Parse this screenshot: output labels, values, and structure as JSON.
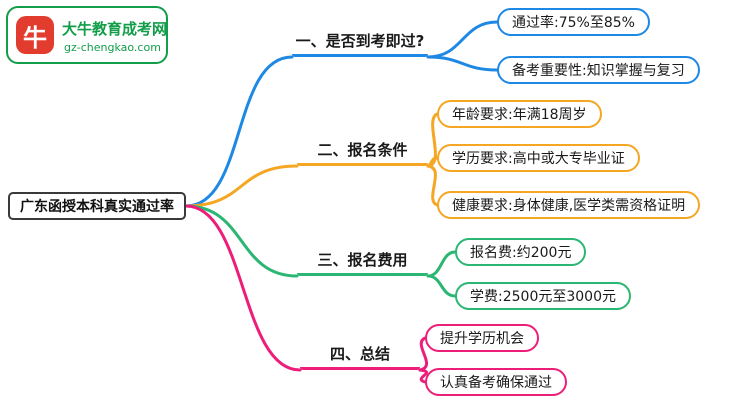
{
  "logo": {
    "icon_glyph": "牛",
    "title": "大牛教育成考网",
    "url": "gz-chengkao.com",
    "brand_color": "#129d49",
    "icon_color": "#e23c2e"
  },
  "root": {
    "label": "广东函授本科真实通过率"
  },
  "branches": [
    {
      "label": "一、是否到考即过?",
      "color": "#1e88e5",
      "children": [
        "通过率:75%至85%",
        "备考重要性:知识掌握与复习"
      ]
    },
    {
      "label": "二、报名条件",
      "color": "#f5a623",
      "children": [
        "年龄要求:年满18周岁",
        "学历要求:高中或大专毕业证",
        "健康要求:身体健康,医学类需资格证明"
      ]
    },
    {
      "label": "三、报名费用",
      "color": "#2bb673",
      "children": [
        "报名费:约200元",
        "学费:2500元至3000元"
      ]
    },
    {
      "label": "四、总结",
      "color": "#ed1e79",
      "children": [
        "提升学历机会",
        "认真备考确保通过"
      ]
    }
  ]
}
